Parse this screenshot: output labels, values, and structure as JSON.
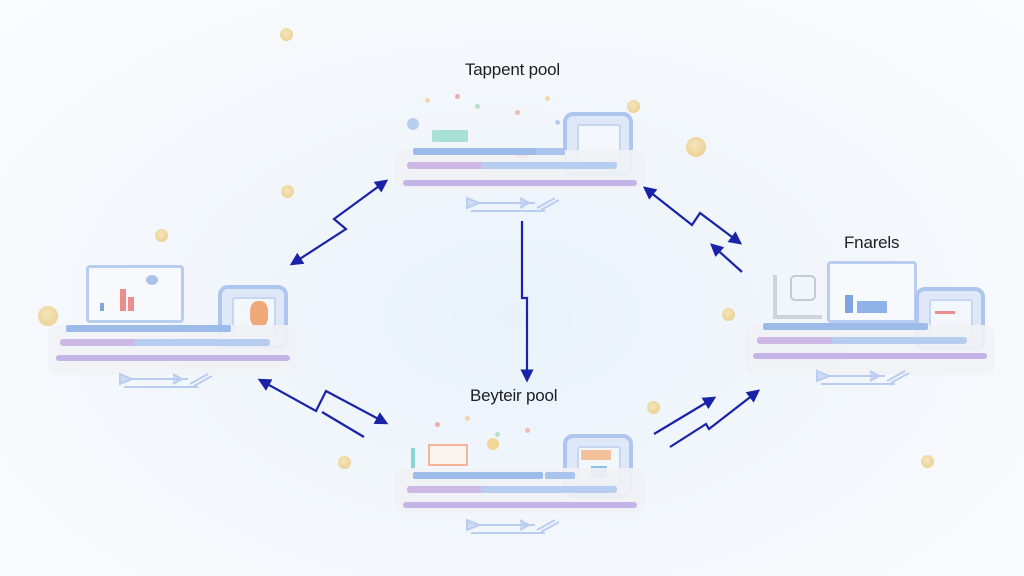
{
  "diagram": {
    "nodes": [
      {
        "id": "top",
        "label": "Tappent pool"
      },
      {
        "id": "right",
        "label": "Fnarels"
      },
      {
        "id": "bottom",
        "label": "Beyteir pool"
      },
      {
        "id": "left",
        "label": ""
      }
    ],
    "edges": [
      {
        "from": "top",
        "to": "left",
        "direction": "bidirectional",
        "style": "zigzag"
      },
      {
        "from": "top",
        "to": "right",
        "direction": "bidirectional",
        "style": "zigzag"
      },
      {
        "from": "top",
        "to": "bottom",
        "direction": "one-way",
        "style": "zigzag"
      },
      {
        "from": "left",
        "to": "bottom",
        "direction": "bidirectional",
        "style": "zigzag"
      },
      {
        "from": "bottom",
        "to": "right",
        "direction": "one-way",
        "style": "zigzag-double"
      }
    ],
    "colors": {
      "arrow": "#1a22a8",
      "coin": "#ecd08b",
      "shelf_blue": "#9dbbe8",
      "shelf_purple": "#c4b3e6",
      "label_text": "#1d1d22"
    },
    "decorations": {
      "coin_icon": "coin-icon",
      "station_icon": "workstation-icon"
    }
  }
}
